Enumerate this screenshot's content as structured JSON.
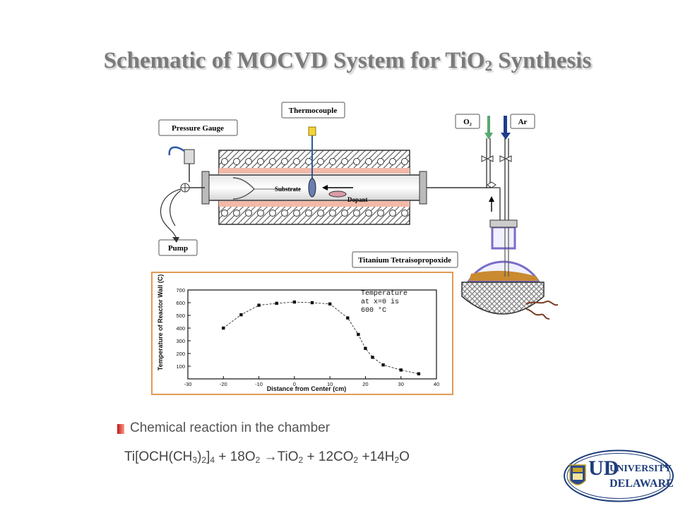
{
  "slide": {
    "title_pre": "Schematic of MOCVD System for TiO",
    "title_sub": "2",
    "title_post": " Synthesis"
  },
  "schematic": {
    "labels": {
      "thermocouple": "Thermocouple",
      "pressure_gauge": "Pressure Gauge",
      "o2": "O₂",
      "ar": "Ar",
      "substrate": "Substrate",
      "dopant": "Dopant",
      "pump": "Pump",
      "precursor": "Titanium Tetraisopropoxide"
    },
    "colors": {
      "heater": "#f2b9a8",
      "gas_o2_arrow": "#5aa870",
      "gas_ar_arrow": "#1f3d8c",
      "liquid": "#c98a30",
      "flask": "#7a6cc8",
      "thermocouple_wire": "#2c5aa0",
      "plot_frame": "#e29a52"
    }
  },
  "chart_data": {
    "type": "line",
    "xlabel": "Distance from Center (cm)",
    "ylabel": "Temperature of Reactor Wall (C)",
    "annotation": [
      "Temperature",
      "at x=0 is",
      "600 °C"
    ],
    "xlim": [
      -30,
      40
    ],
    "ylim": [
      0,
      700
    ],
    "xticks": [
      -30,
      -20,
      -10,
      0,
      10,
      20,
      30,
      40
    ],
    "yticks": [
      100,
      200,
      300,
      400,
      500,
      600,
      700
    ],
    "vlines": [
      -10,
      10
    ],
    "series": [
      {
        "x": [
          -20,
          -15,
          -10,
          -5,
          0,
          5,
          10,
          15,
          18,
          20,
          22,
          25,
          30,
          35
        ],
        "y": [
          400,
          505,
          580,
          595,
          605,
          600,
          590,
          480,
          350,
          240,
          170,
          110,
          70,
          40
        ]
      }
    ]
  },
  "bullet": {
    "text": "Chemical reaction in the chamber"
  },
  "equation": {
    "parts": [
      "Ti[OCH(CH",
      "3",
      ")",
      "2",
      "]",
      "4",
      " + 18O",
      "2",
      " →TiO",
      "2",
      " + 12CO",
      "2",
      " +14H",
      "2",
      "O"
    ]
  },
  "logo": {
    "line1": "UNIVERSITY",
    "line1_of": "OF",
    "line2": "DELAWARE",
    "big_letters": "UD"
  }
}
